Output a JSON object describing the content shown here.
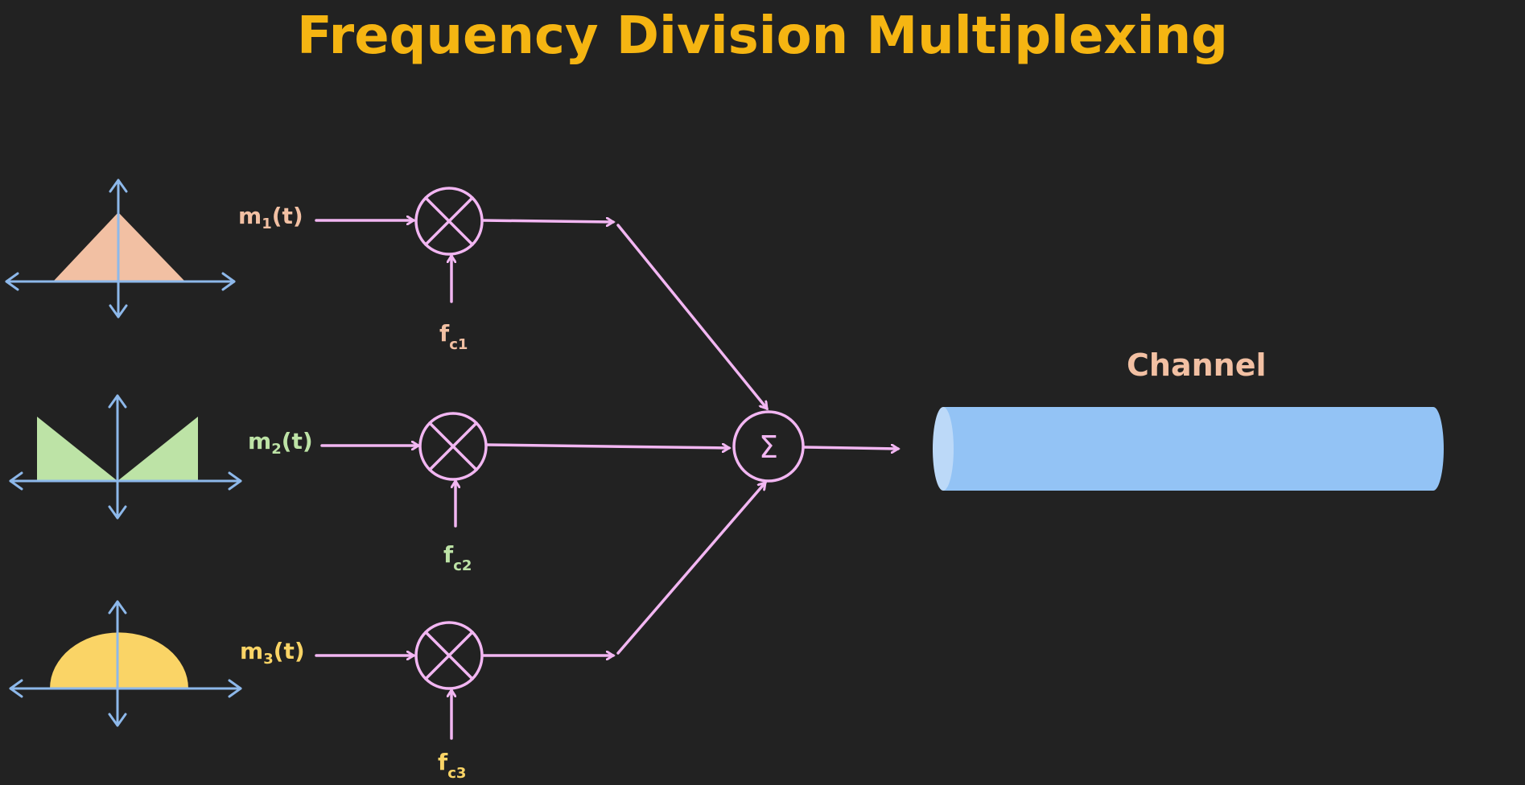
{
  "title": "Frequency Division Multiplexing",
  "channel": {
    "label": "Channel"
  },
  "branches": [
    {
      "signal_base": "m",
      "signal_sub": "1",
      "signal_arg": "(t)",
      "carrier_base": "f",
      "carrier_sub": "c1",
      "spectrum_shape": "triangle",
      "color": "#F2C0A3"
    },
    {
      "signal_base": "m",
      "signal_sub": "2",
      "signal_arg": "(t)",
      "carrier_base": "f",
      "carrier_sub": "c2",
      "spectrum_shape": "double-ramp",
      "color": "#BDE3A6"
    },
    {
      "signal_base": "m",
      "signal_sub": "3",
      "signal_arg": "(t)",
      "carrier_base": "f",
      "carrier_sub": "c3",
      "spectrum_shape": "semicircle",
      "color": "#FAD466"
    }
  ],
  "summer_symbol": "Σ",
  "colors": {
    "background": "#222222",
    "title": "#F5B512",
    "wire": "#F2B6F2",
    "axis": "#8DB8EA",
    "channel_fill": "#93C3F5",
    "channel_end": "#BCD9F8",
    "channel_label": "#F2C0A3"
  }
}
